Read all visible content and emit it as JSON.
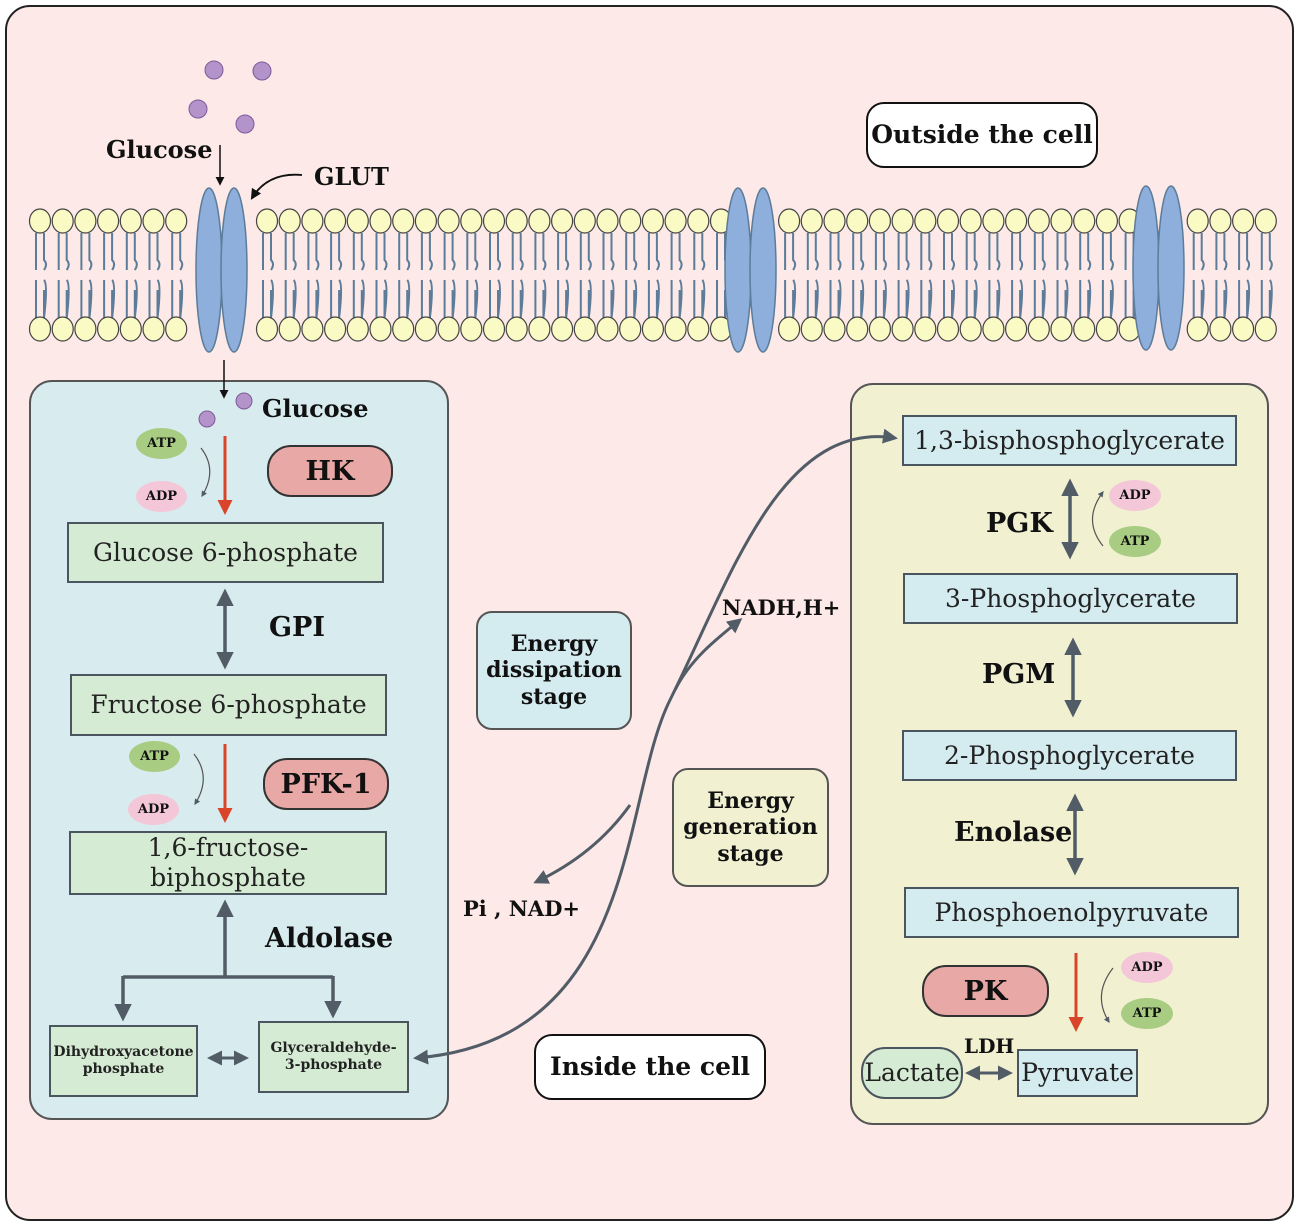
{
  "labels": {
    "outside": "Outside the cell",
    "inside": "Inside the cell",
    "glucose_out": "Glucose",
    "glut": "GLUT",
    "glucose_in": "Glucose",
    "gpi": "GPI",
    "aldolase": "Aldolase",
    "pgk": "PGK",
    "pgm": "PGM",
    "enolase": "Enolase",
    "ldh": "LDH",
    "nadh": "NADH,H+",
    "pi_nad": "Pi , NAD+"
  },
  "enzymes": {
    "hk": "HK",
    "pfk1": "PFK-1",
    "pk": "PK"
  },
  "stages": {
    "dissipation": [
      "Energy",
      "dissipation",
      "stage"
    ],
    "generation": [
      "Energy",
      "generation",
      "stage"
    ]
  },
  "left_boxes": {
    "g6p": "Glucose 6-phosphate",
    "f6p": "Fructose 6-phosphate",
    "f16bp": "1,6-fructose-biphosphate",
    "dhap": [
      "Dihydroxyacetone",
      "phosphate"
    ],
    "g3p": [
      "Glyceraldehyde-",
      "3-phosphate"
    ]
  },
  "right_boxes": {
    "bpg13": "1,3-bisphosphoglycerate",
    "pg3": "3-Phosphoglycerate",
    "pg2": "2-Phosphoglycerate",
    "pep": "Phosphoenolpyruvate",
    "pyruvate": "Pyruvate",
    "lactate": "Lactate"
  },
  "cofactors": {
    "atp": "ATP",
    "adp": "ADP"
  },
  "colors": {
    "page_bg": "#fce9e8",
    "left_panel": "#d8ebef",
    "right_panel": "#f1f1d2",
    "channel": "#8eaedb",
    "lipid_head": "#fafac5",
    "lipid_tail": "#5c7c99",
    "glucose_dot": "#b393c9",
    "arrow_red": "#d8452a",
    "arrow_grey": "#525c66"
  }
}
